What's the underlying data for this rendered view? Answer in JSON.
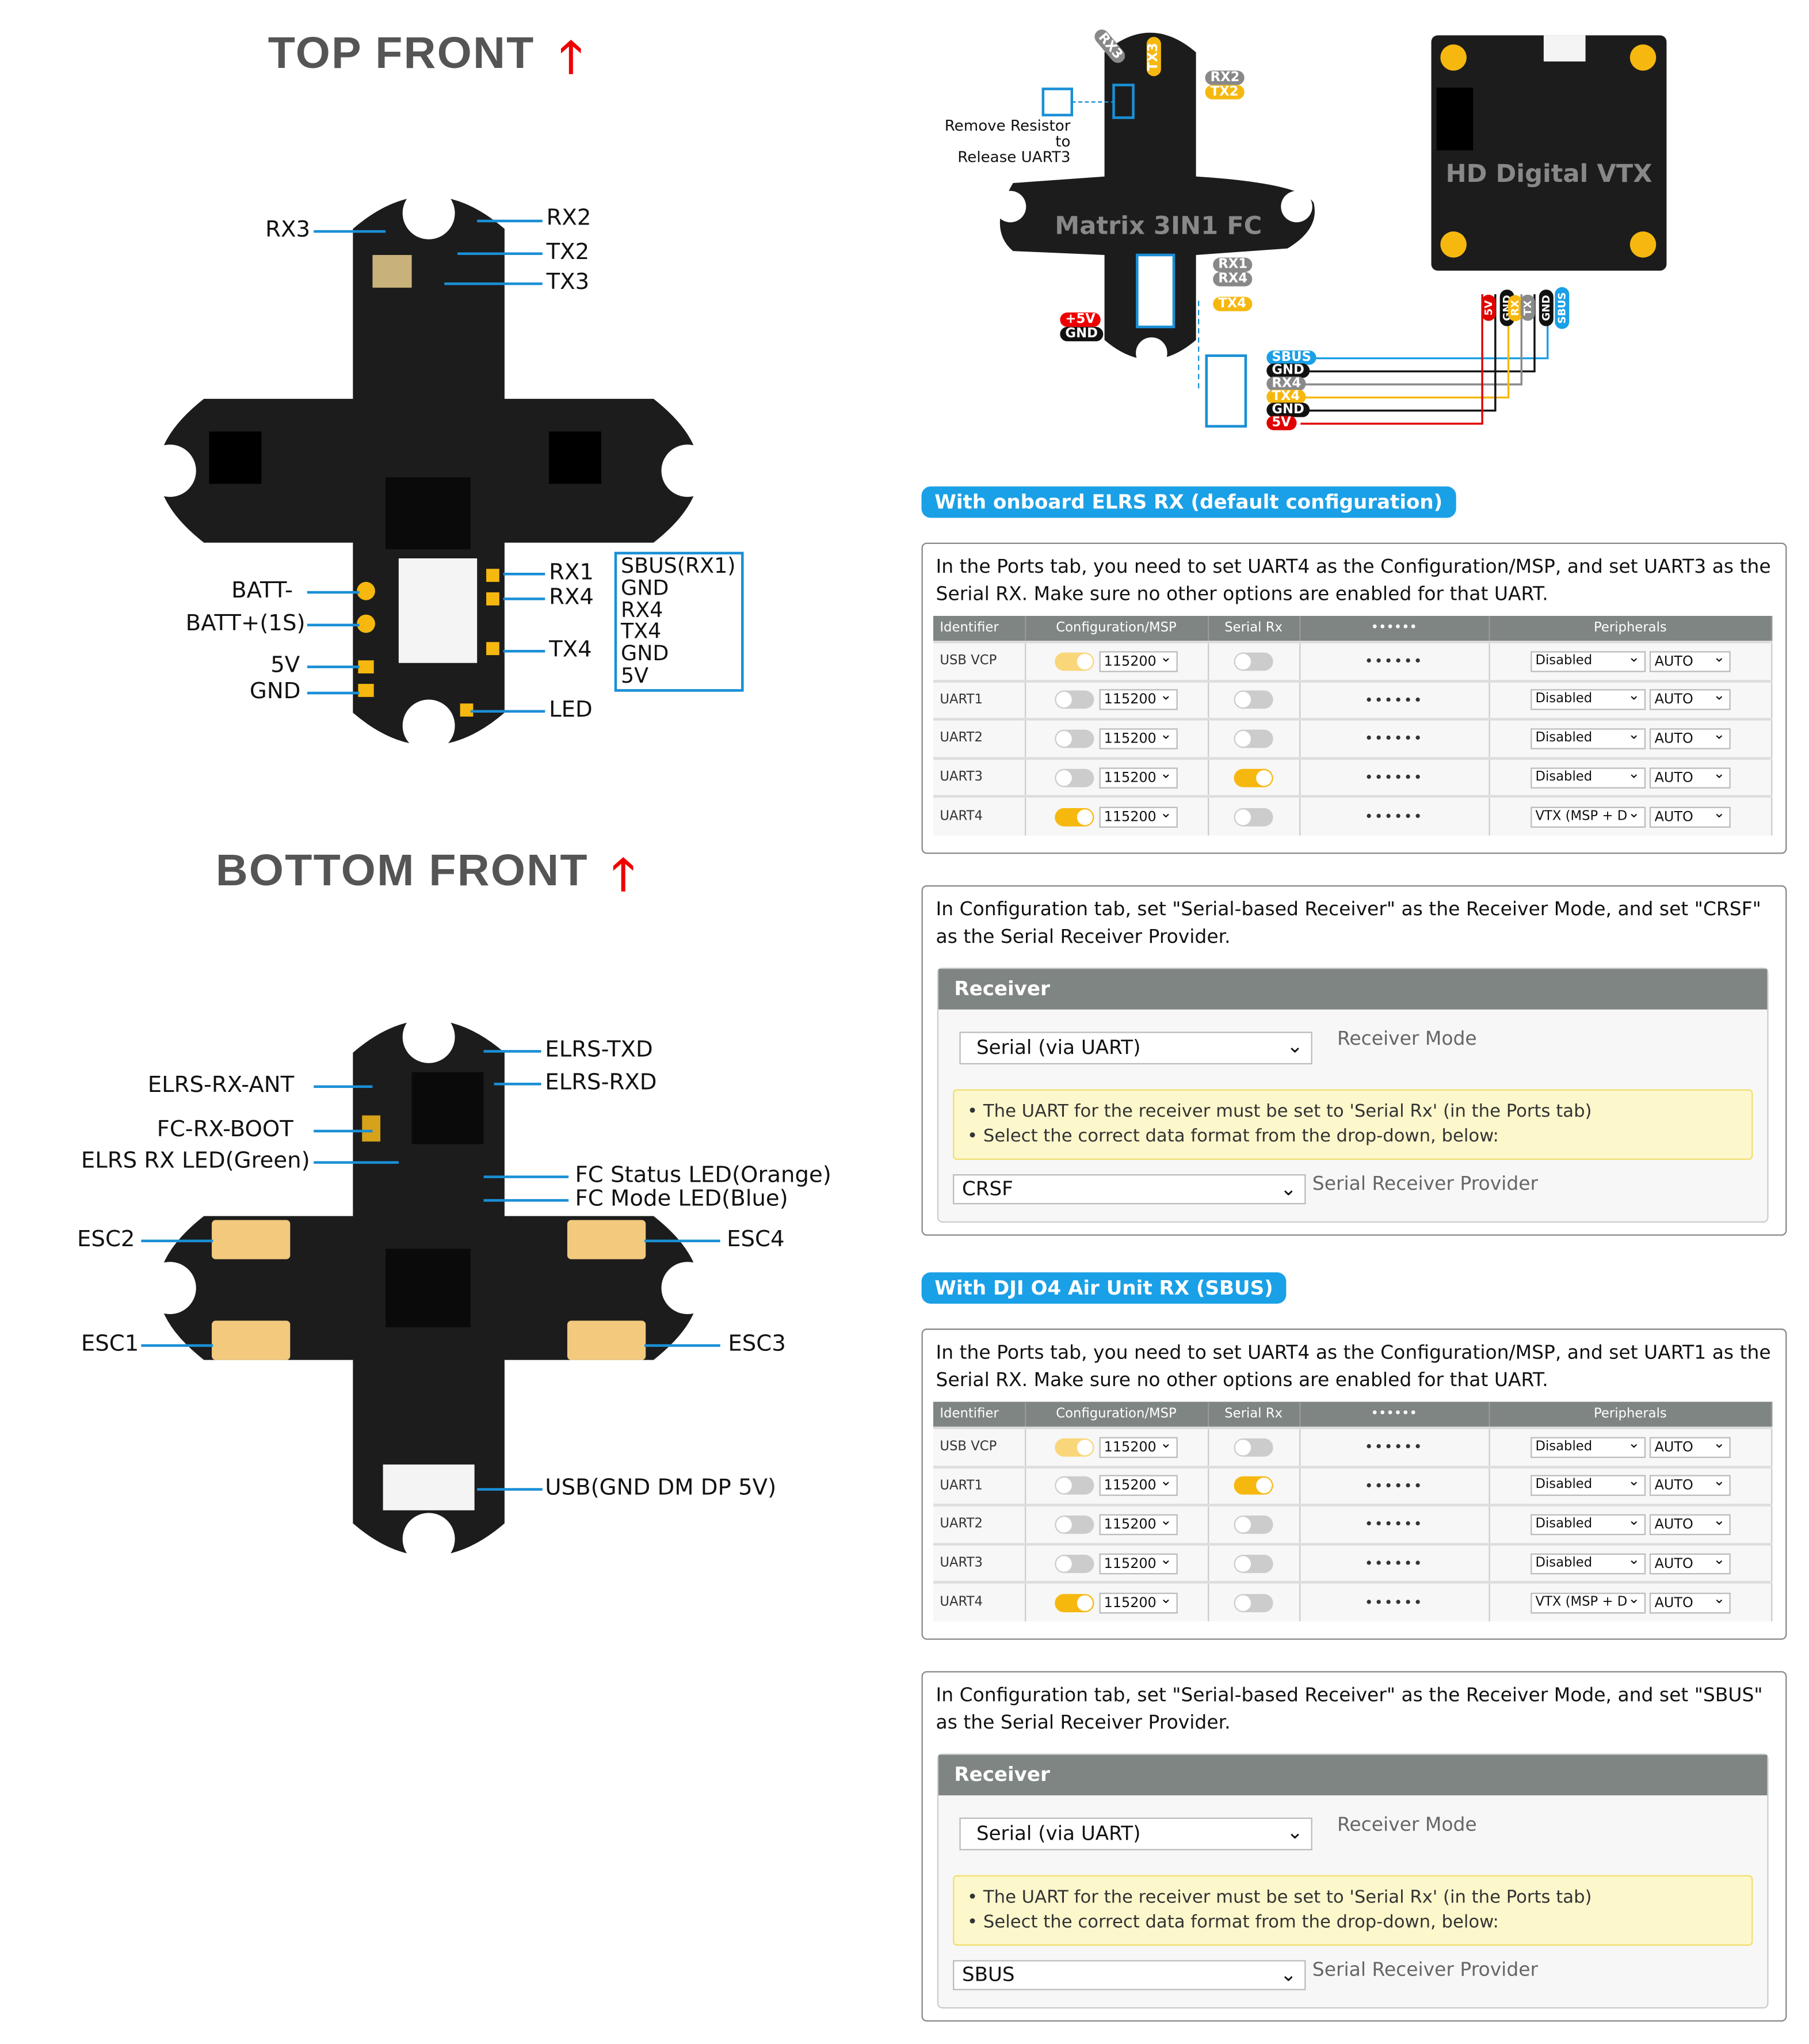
{
  "top_front": {
    "title": "TOP FRONT",
    "labels": {
      "rx3": "RX3",
      "rx2": "RX2",
      "tx2": "TX2",
      "tx3": "TX3",
      "batt_minus": "BATT-",
      "batt_plus": "BATT+(1S)",
      "v5": "5V",
      "gnd": "GND",
      "rx1": "RX1",
      "rx4": "RX4",
      "tx4": "TX4",
      "led": "LED"
    },
    "connector_box": [
      "SBUS(RX1)",
      "GND",
      "RX4",
      "TX4",
      "GND",
      "5V"
    ]
  },
  "bottom_front": {
    "title": "BOTTOM FRONT",
    "labels": {
      "elrs_txd": "ELRS-TXD",
      "elrs_rxd": "ELRS-RXD",
      "elrs_rx_ant": "ELRS-RX-ANT",
      "fc_rx_boot": "FC-RX-BOOT",
      "elrs_rx_led": "ELRS RX LED(Green)",
      "fc_status_led": "FC Status LED(Orange)",
      "fc_mode_led": "FC Mode LED(Blue)",
      "esc2": "ESC2",
      "esc4": "ESC4",
      "esc1": "ESC1",
      "esc3": "ESC3",
      "usb": "USB(GND DM DP 5V)"
    }
  },
  "wiring": {
    "fc_name": "Matrix 3IN1 FC",
    "vtx_name": "HD Digital VTX",
    "resistor_note": [
      "Remove Resistor to",
      "Release UART3"
    ],
    "fc_pads": {
      "rx3": "RX3",
      "tx3": "TX3",
      "rx2": "RX2",
      "tx2": "TX2",
      "rx1": "RX1",
      "rx4": "RX4",
      "tx4": "TX4",
      "p5v": "+5V",
      "gnd": "GND"
    },
    "harness": [
      {
        "label": "SBUS",
        "color": "#1aa0e6"
      },
      {
        "label": "GND",
        "color": "#111111"
      },
      {
        "label": "RX4",
        "color": "#8a8a8a"
      },
      {
        "label": "TX4",
        "color": "#f6b80f"
      },
      {
        "label": "GND",
        "color": "#111111"
      },
      {
        "label": "5V",
        "color": "#e00000"
      }
    ],
    "vtx_pins": [
      {
        "label": "5V",
        "color": "#e00000"
      },
      {
        "label": "GND",
        "color": "#111111"
      },
      {
        "label": "RX",
        "color": "#f6b80f"
      },
      {
        "label": "TX",
        "color": "#8a8a8a"
      },
      {
        "label": "GND",
        "color": "#111111"
      },
      {
        "label": "SBUS",
        "color": "#1aa0e6"
      }
    ]
  },
  "sections": [
    {
      "badge": "With onboard ELRS RX (default configuration)",
      "ports_text": "In the Ports tab, you need to set UART4 as the Configuration/MSP, and set UART3 as the Serial RX. Make sure no other options are enabled for that UART.",
      "ports": {
        "headers": [
          "Identifier",
          "Configuration/MSP",
          "Serial Rx",
          "••••••",
          "Peripherals"
        ],
        "rows": [
          {
            "id": "USB VCP",
            "msp": "light",
            "baud": "115200",
            "serial_rx": false,
            "dots": "••••••",
            "periph": "Disabled",
            "auto": "AUTO"
          },
          {
            "id": "UART1",
            "msp": "off",
            "baud": "115200",
            "serial_rx": false,
            "dots": "••••••",
            "periph": "Disabled",
            "auto": "AUTO"
          },
          {
            "id": "UART2",
            "msp": "off",
            "baud": "115200",
            "serial_rx": false,
            "dots": "••••••",
            "periph": "Disabled",
            "auto": "AUTO"
          },
          {
            "id": "UART3",
            "msp": "off",
            "baud": "115200",
            "serial_rx": true,
            "dots": "••••••",
            "periph": "Disabled",
            "auto": "AUTO"
          },
          {
            "id": "UART4",
            "msp": "on",
            "baud": "115200",
            "serial_rx": false,
            "dots": "••••••",
            "periph": "VTX (MSP + D",
            "auto": "AUTO"
          }
        ]
      },
      "config_text": "In Configuration tab, set \"Serial-based Receiver\" as the Receiver Mode, and set \"CRSF\" as the Serial Receiver Provider.",
      "receiver": {
        "title": "Receiver",
        "mode_value": "Serial (via UART)",
        "mode_label": "Receiver Mode",
        "notes": [
          "• The UART for the receiver must be set to 'Serial Rx' (in the Ports tab)",
          "• Select the correct data format from the drop-down, below:"
        ],
        "provider_value": "CRSF",
        "provider_label": "Serial Receiver Provider"
      }
    },
    {
      "badge": "With DJI O4 Air Unit RX (SBUS)",
      "ports_text": "In the Ports tab, you need to set UART4 as the Configuration/MSP, and set UART1 as the Serial RX. Make sure no other options are enabled for that UART.",
      "ports": {
        "headers": [
          "Identifier",
          "Configuration/MSP",
          "Serial Rx",
          "••••••",
          "Peripherals"
        ],
        "rows": [
          {
            "id": "USB VCP",
            "msp": "light",
            "baud": "115200",
            "serial_rx": false,
            "dots": "••••••",
            "periph": "Disabled",
            "auto": "AUTO"
          },
          {
            "id": "UART1",
            "msp": "off",
            "baud": "115200",
            "serial_rx": true,
            "dots": "••••••",
            "periph": "Disabled",
            "auto": "AUTO"
          },
          {
            "id": "UART2",
            "msp": "off",
            "baud": "115200",
            "serial_rx": false,
            "dots": "••••••",
            "periph": "Disabled",
            "auto": "AUTO"
          },
          {
            "id": "UART3",
            "msp": "off",
            "baud": "115200",
            "serial_rx": false,
            "dots": "••••••",
            "periph": "Disabled",
            "auto": "AUTO"
          },
          {
            "id": "UART4",
            "msp": "on",
            "baud": "115200",
            "serial_rx": false,
            "dots": "••••••",
            "periph": "VTX (MSP + D",
            "auto": "AUTO"
          }
        ]
      },
      "config_text": "In Configuration tab, set \"Serial-based Receiver\" as the Receiver Mode, and set \"SBUS\" as the Serial Receiver Provider.",
      "receiver": {
        "title": "Receiver",
        "mode_value": "Serial (via UART)",
        "mode_label": "Receiver Mode",
        "notes": [
          "• The UART for the receiver must be set to 'Serial Rx' (in the Ports tab)",
          "• Select the correct data format from the drop-down, below:"
        ],
        "provider_value": "SBUS",
        "provider_label": "Serial Receiver Provider"
      }
    }
  ],
  "colors": {
    "accent": "#1aa0e6",
    "toggle_on": "#f6b80f",
    "header_grey": "#7f8583",
    "arrow": "#e00000"
  }
}
